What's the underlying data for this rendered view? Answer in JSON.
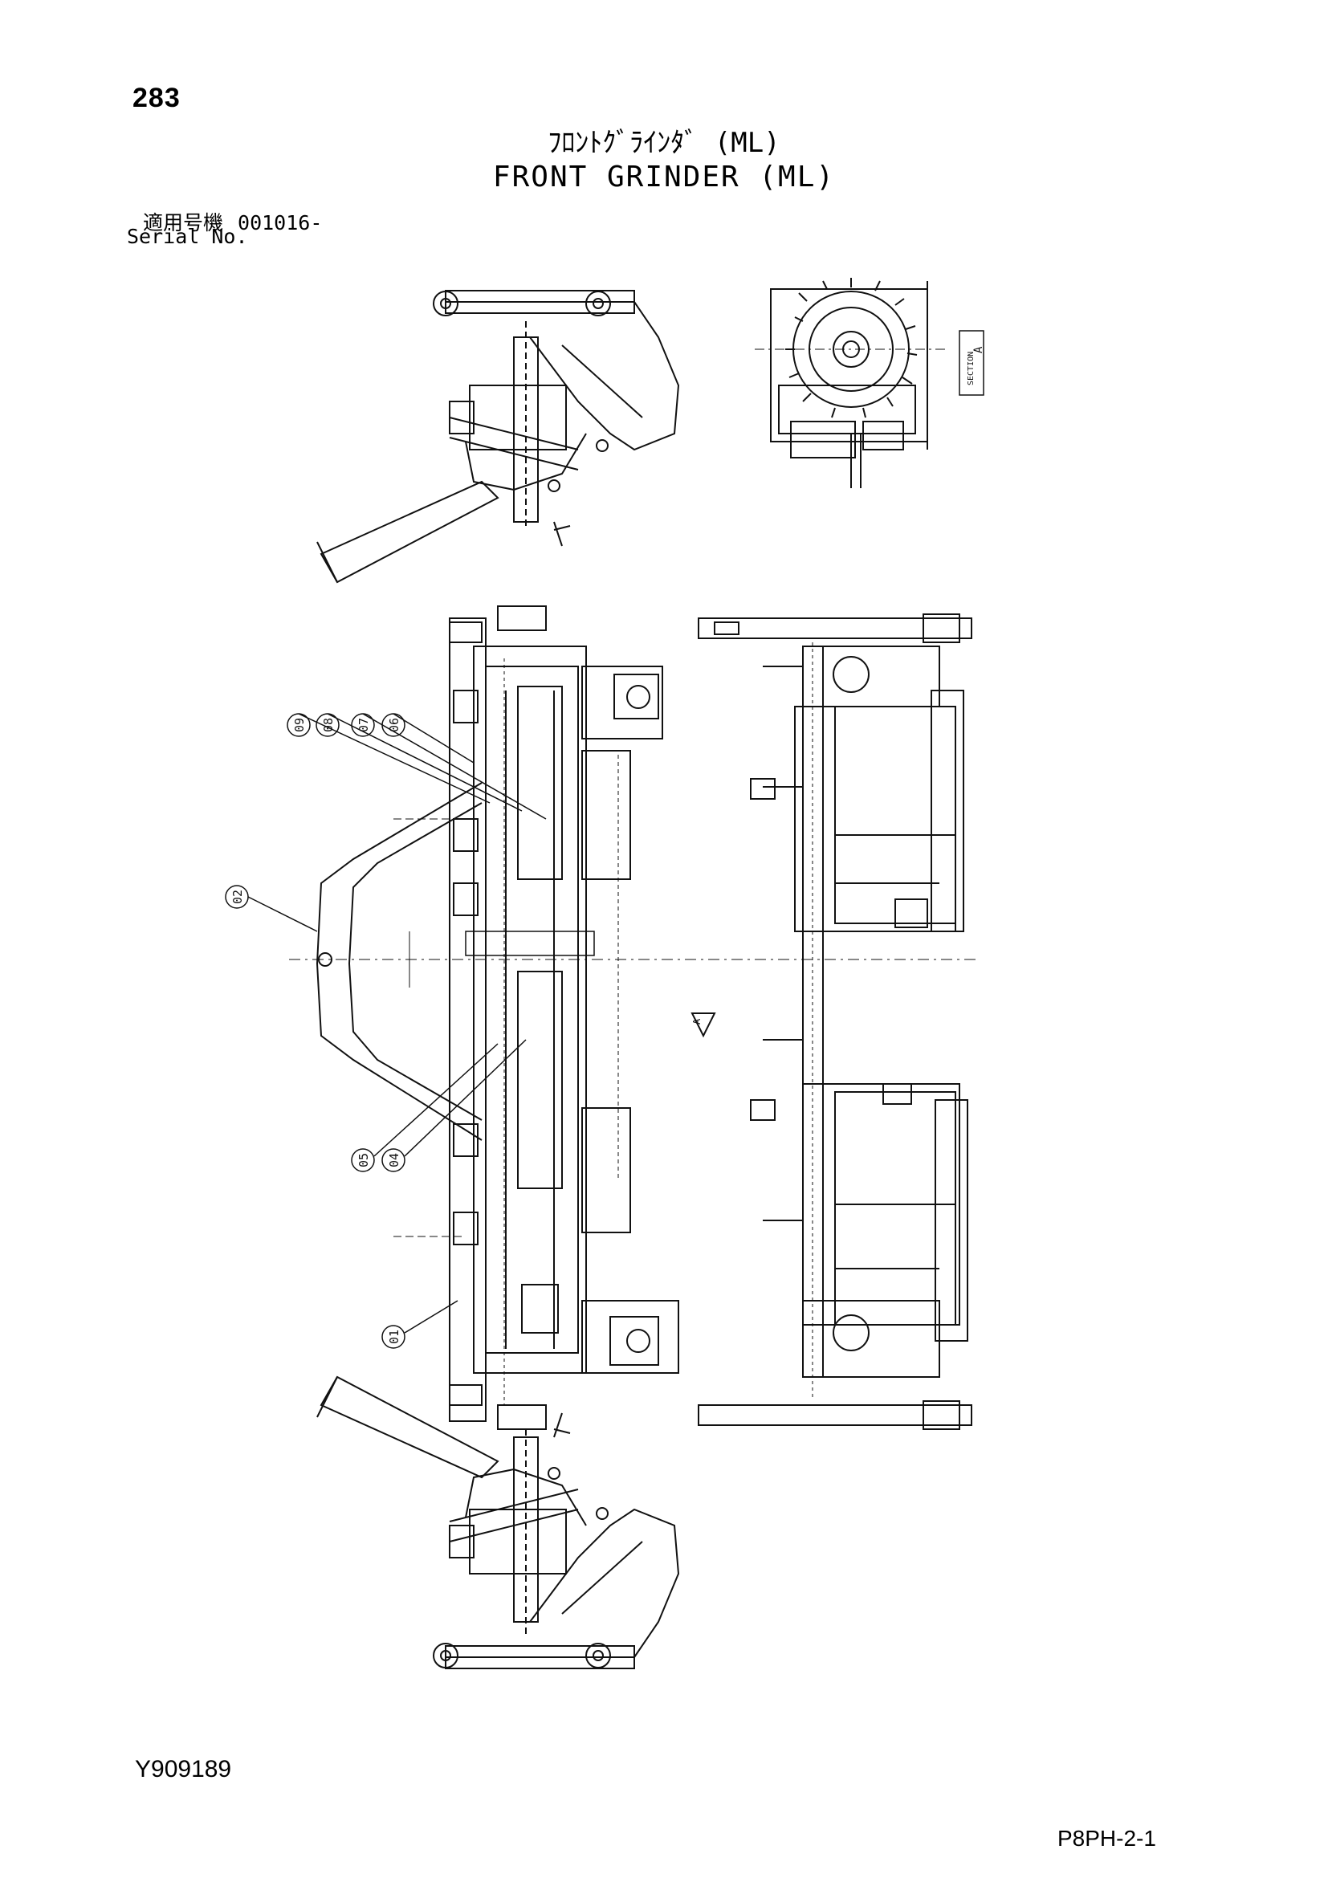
{
  "header": {
    "page_number": "283",
    "title_jp": "ﾌﾛﾝﾄｸﾞﾗｲﾝﾀﾞ (ML)",
    "title_en": "FRONT GRINDER (ML)",
    "serial_label_jp": "適用号機",
    "serial_value": "001016-",
    "serial_label_en": "Serial No."
  },
  "drawing": {
    "callouts": [
      "09",
      "08",
      "07",
      "06",
      "02",
      "05",
      "04",
      "01"
    ],
    "section_label": "SECTION",
    "section_letter": "A",
    "arrow_letter": "A"
  },
  "footer": {
    "doc_code": "Y909189",
    "page_ref": "P8PH-2-1"
  }
}
